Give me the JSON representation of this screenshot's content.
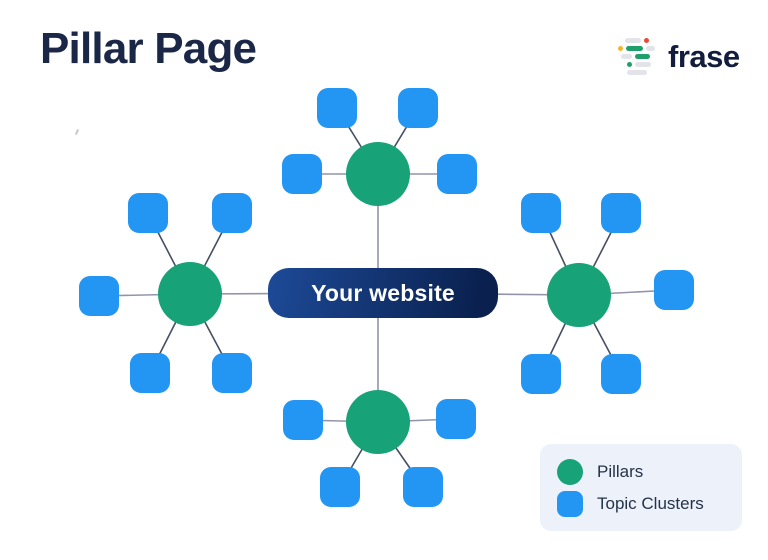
{
  "title": "Pillar Page",
  "logo": {
    "text": "frase"
  },
  "center": {
    "label": "Your website"
  },
  "legend": {
    "items": [
      {
        "label": "Pillars",
        "swatch": "circle"
      },
      {
        "label": "Topic Clusters",
        "swatch": "square"
      }
    ]
  },
  "diagram": {
    "pillar_count": 4,
    "topic_cluster_count": 18,
    "clusters": [
      {
        "position": "top",
        "topic_cluster_count": 4
      },
      {
        "position": "left",
        "topic_cluster_count": 5
      },
      {
        "position": "right",
        "topic_cluster_count": 5
      },
      {
        "position": "bottom",
        "topic_cluster_count": 4
      }
    ]
  },
  "colors": {
    "pillar_green": "#17A277",
    "cluster_blue": "#2395F3",
    "pill_gradient_start": "#1D4A97",
    "pill_gradient_end": "#0A2150",
    "title_navy": "#1B2746",
    "logo_navy": "#121D3E",
    "legend_bg": "#EDF1FA",
    "legend_text": "#253349",
    "line_gray": "#9195A8",
    "line_dark": "#454F63",
    "icon_gray": "#E2E4E9",
    "icon_green": "#1FA06B",
    "icon_yellow": "#F6B42C",
    "icon_red": "#EA4A34"
  }
}
